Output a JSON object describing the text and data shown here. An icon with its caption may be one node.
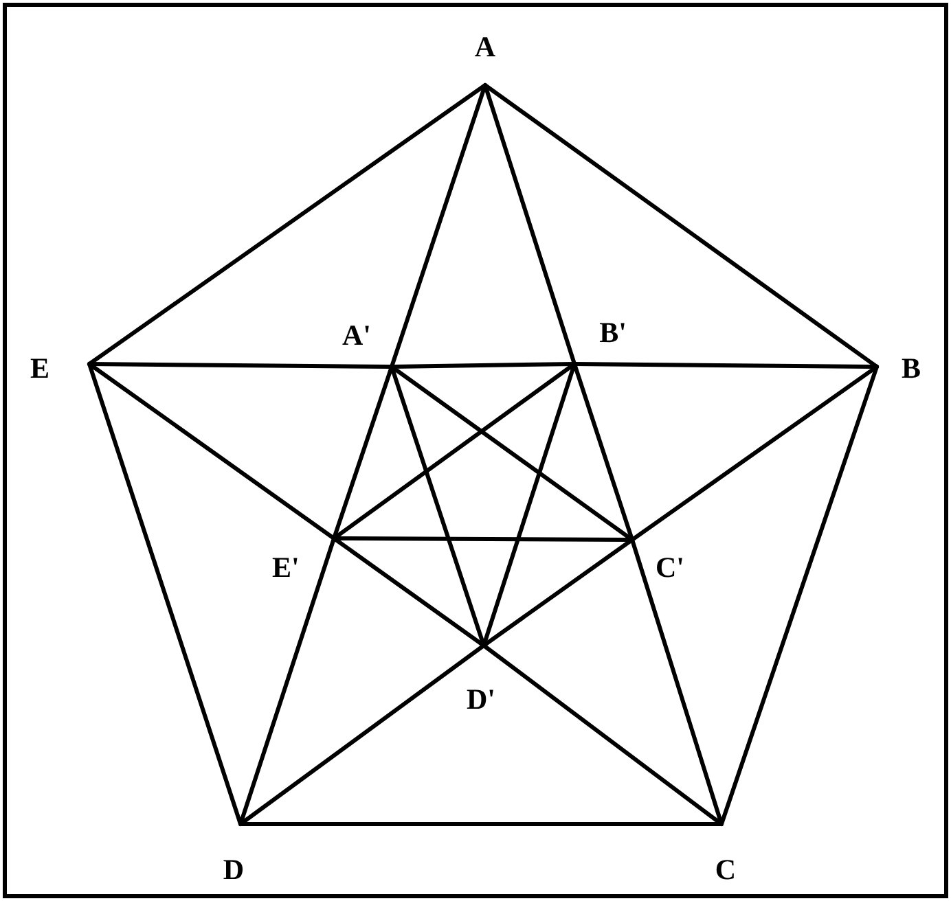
{
  "diagram": {
    "nodes": [
      {
        "text": [
          "A"
        ]
      },
      {
        "text": [
          "B"
        ]
      },
      {
        "text": [
          "C"
        ]
      },
      {
        "text": [
          "D"
        ]
      },
      {
        "text": [
          "E"
        ]
      },
      {
        "text": [
          "A'"
        ]
      },
      {
        "text": [
          "B'"
        ]
      },
      {
        "text": [
          "C'"
        ]
      },
      {
        "text": [
          "D'"
        ]
      },
      {
        "text": [
          "E'"
        ]
      }
    ],
    "edges": [
      {
        "from": 0,
        "to": 1,
        "arrow": "none"
      },
      {
        "from": 1,
        "to": 2,
        "arrow": "none"
      },
      {
        "from": 2,
        "to": 3,
        "arrow": "none"
      },
      {
        "from": 3,
        "to": 4,
        "arrow": "none"
      },
      {
        "from": 4,
        "to": 0,
        "arrow": "none"
      },
      {
        "from": 0,
        "to": 5,
        "arrow": "none"
      },
      {
        "from": 5,
        "to": 9,
        "arrow": "none"
      },
      {
        "from": 9,
        "to": 3,
        "arrow": "none"
      },
      {
        "from": 0,
        "to": 6,
        "arrow": "none"
      },
      {
        "from": 6,
        "to": 7,
        "arrow": "none"
      },
      {
        "from": 7,
        "to": 2,
        "arrow": "none"
      },
      {
        "from": 4,
        "to": 5,
        "arrow": "none"
      },
      {
        "from": 5,
        "to": 6,
        "arrow": "none"
      },
      {
        "from": 6,
        "to": 1,
        "arrow": "none"
      },
      {
        "from": 4,
        "to": 9,
        "arrow": "none"
      },
      {
        "from": 9,
        "to": 8,
        "arrow": "none"
      },
      {
        "from": 8,
        "to": 2,
        "arrow": "none"
      },
      {
        "from": 1,
        "to": 7,
        "arrow": "none"
      },
      {
        "from": 7,
        "to": 8,
        "arrow": "none"
      },
      {
        "from": 8,
        "to": 3,
        "arrow": "none"
      },
      {
        "from": 5,
        "to": 7,
        "arrow": "none"
      },
      {
        "from": 5,
        "to": 8,
        "arrow": "none"
      },
      {
        "from": 6,
        "to": 9,
        "arrow": "none"
      },
      {
        "from": 6,
        "to": 8,
        "arrow": "none"
      },
      {
        "from": 9,
        "to": 7,
        "arrow": "none"
      }
    ]
  }
}
